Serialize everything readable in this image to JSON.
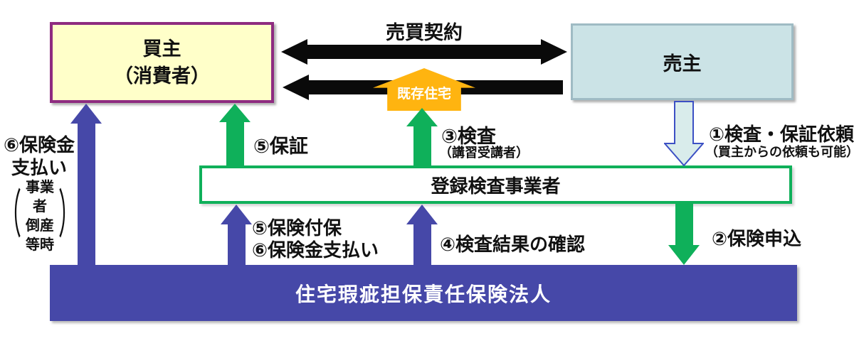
{
  "nodes": {
    "buyer": {
      "line1": "買主",
      "line2": "（消費者）"
    },
    "seller": {
      "label": "売主"
    },
    "inspector": {
      "label": "登録検査事業者"
    },
    "insurer": {
      "label": "住宅瑕疵担保責任保険法人"
    }
  },
  "labels": {
    "sales_contract": "売買契約",
    "existing_house": "既存住宅",
    "step1": {
      "main": "①検査・保証依頼",
      "sub": "（買主からの依頼も可能）"
    },
    "step2": {
      "main": "②保険申込"
    },
    "step3": {
      "main": "③検査",
      "sub": "（講習受講者）"
    },
    "step4": {
      "main": "④検査結果の確認"
    },
    "step5_guarantee": {
      "main": "⑤保証"
    },
    "step5_6": {
      "line1": "⑤保険付保",
      "line2": "⑥保険金支払い"
    },
    "step6": {
      "line1": "⑥保険金",
      "line2": "支払い",
      "bracket_open": "（",
      "bracket_line1": "事業者",
      "bracket_line2": "倒産等時",
      "bracket_close": "）"
    }
  },
  "colors": {
    "buyer_fill": "#FFFFC9",
    "buyer_border": "#8E2B80",
    "seller_fill": "#CBE3E6",
    "seller_border": "#9FBBC4",
    "inspector_border_green": "#0FB05A",
    "insurer_fill_blue": "#4648A8",
    "green_arrow": "#0FB05A",
    "blue_arrow": "#4648A8",
    "black_arrow": "#0A0A0A",
    "house_orange": "#FFB410",
    "hollow_arrow_fill": "#D9ECEB",
    "hollow_arrow_border": "#3C50C4"
  }
}
